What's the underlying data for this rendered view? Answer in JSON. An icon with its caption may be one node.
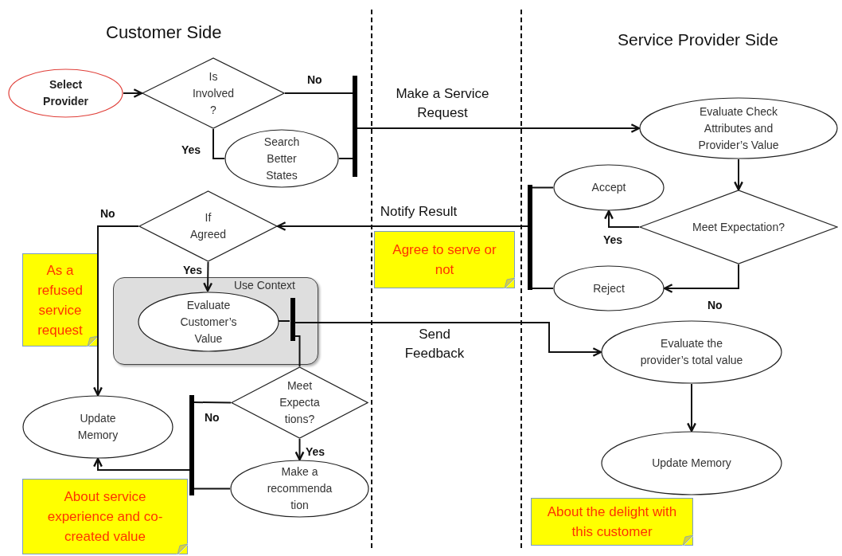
{
  "diagram": {
    "nodes": [
      {
        "text": [
          "Select Provider"
        ]
      },
      {
        "text": [
          "Is Involved ?"
        ]
      },
      {
        "text": [
          "Search Better States"
        ]
      },
      {
        "text": [],
        "shape": "bar"
      },
      {
        "text": [
          "Evaluate Check Attributes and Provider’s Value"
        ]
      },
      {
        "text": [
          "Meet Expectation?"
        ]
      },
      {
        "text": [
          "Accept"
        ]
      },
      {
        "text": [
          "Reject"
        ]
      },
      {
        "text": [],
        "shape": "bar"
      },
      {
        "text": [
          "If Agreed"
        ]
      },
      {
        "text": [
          "Use Context"
        ]
      },
      {
        "text": [
          "Evaluate Customer’s Value"
        ],
        "in": 10
      },
      {
        "text": [],
        "shape": "bar",
        "in": 10
      },
      {
        "text": [
          "Meet Expecta tions?"
        ]
      },
      {
        "text": [
          "Make a recommenda tion"
        ]
      },
      {
        "text": [],
        "shape": "bar"
      },
      {
        "text": [
          "Update Memory"
        ]
      },
      {
        "text": [
          "Evaluate the provider’s total value"
        ]
      },
      {
        "text": [
          "Update Memory"
        ]
      },
      {
        "text": [
          "As a refused service request"
        ]
      },
      {
        "text": [
          "Agree to serve or not"
        ]
      },
      {
        "text": [
          "About service experience and co-created value"
        ]
      },
      {
        "text": [
          "About the delight with this customer"
        ]
      }
    ],
    "edges": [
      {
        "from": 0,
        "to": 1,
        "arrow": "to"
      },
      {
        "from": 1,
        "to": 3,
        "arrow": "none",
        "label": "No"
      },
      {
        "from": 1,
        "to": 2,
        "arrow": "none",
        "label": "Yes"
      },
      {
        "from": 2,
        "to": 3,
        "arrow": "none"
      },
      {
        "from": 3,
        "to": 4,
        "arrow": "to",
        "label": "Make a Service Request"
      },
      {
        "from": 4,
        "to": 5,
        "arrow": "to"
      },
      {
        "from": 5,
        "to": 6,
        "arrow": "to",
        "label": "Yes"
      },
      {
        "from": 5,
        "to": 7,
        "arrow": "to",
        "label": "No"
      },
      {
        "from": 6,
        "to": 8,
        "arrow": "none"
      },
      {
        "from": 7,
        "to": 8,
        "arrow": "none"
      },
      {
        "from": 8,
        "to": 9,
        "arrow": "to",
        "label": "Notify Result"
      },
      {
        "from": 9,
        "to": 16,
        "arrow": "to",
        "label": "No"
      },
      {
        "from": 9,
        "to": 11,
        "arrow": "to",
        "label": "Yes"
      },
      {
        "from": 11,
        "to": 12,
        "arrow": "none"
      },
      {
        "from": 12,
        "to": 17,
        "arrow": "to",
        "label": "Send Feedback"
      },
      {
        "from": 12,
        "to": 13,
        "arrow": "none"
      },
      {
        "from": 13,
        "to": 15,
        "arrow": "none",
        "label": "No"
      },
      {
        "from": 13,
        "to": 14,
        "arrow": "to",
        "label": "Yes"
      },
      {
        "from": 14,
        "to": 15,
        "arrow": "none"
      },
      {
        "from": 15,
        "to": 16,
        "arrow": "to"
      },
      {
        "from": 17,
        "to": 18,
        "arrow": "to"
      }
    ],
    "labels": [
      "Customer Side",
      "Service Provider Side"
    ]
  }
}
